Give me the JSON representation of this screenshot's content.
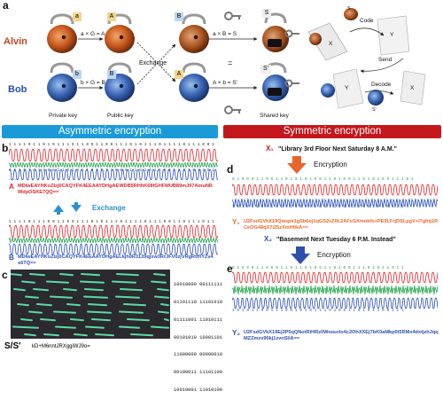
{
  "panel_a": {
    "letter": "a",
    "alvin": "Alvin",
    "bob": "Bob",
    "tags": {
      "a": "a",
      "A": "A",
      "B": "B",
      "S": "S",
      "b": "b",
      "Bcap": "B",
      "A2": "A",
      "S2": "S'"
    },
    "ops": {
      "alvin_step1": "a × G = A",
      "bob_step1": "b × G = B",
      "exchange": "Exchange",
      "alvin_step2": "a × B = S",
      "equals": "=",
      "bob_step2": "A × b = S'"
    },
    "captions": {
      "private": "Private key",
      "public": "Public key",
      "shared": "Shared key"
    },
    "flow": {
      "s_top": "S",
      "x": "X",
      "code": "Code",
      "y1": "Y",
      "send": "Send",
      "y2": "Y",
      "decode": "Decode",
      "x2": "X",
      "s_bottom": "S'"
    }
  },
  "banners": {
    "left": "Asymmetric encryption",
    "right": "Symmetric encryption"
  },
  "panel_b": {
    "letter": "b",
    "bits_top": "1 1 1 1 0 1 1 0  1 0 1 1 1 0 1 1 0 0 1 1 0 0 1 1  1 0 1 0 1 1 1 0  1 1 1 1 0 1 1 1 0 0 1 1 0 0 1 1 0 1 1 1 0 1",
    "bits_mid": "0 1 1 0 1 0 1 1 0 0 1 1 0 1 0 1 1 0 1 0 1 1 0 0 0 1 1 0 1 0 1 1 0 0 1 1 0 1 0 1 1 0 1 0 1 1",
    "ellipsis": "......",
    "label_a": "A",
    "cipher_a": "MDIwEAYHKoZIzj0CAQYFK4EEAAYDHgAEWDB5RHhK68fGHFMUB89mJ97AmuNRWdpOSKE7QQ==",
    "exchange": "Exchange",
    "bits_lower": "1 1 1 1 0 1 1 1 0 0 1 1 0 0 1 1 1 0 1 0 1 1 1 0 1 1 1 1 0 1 1 1 0 0 1 1 0 1 1 1 0 1 1 0 1 1",
    "label_b": "B",
    "cipher_b": "MDIwEAYHKoZIzj0CAQYFK4EEAAYDHgAELkjh0R3139qjxw3RrJFV0zjVRgRtfflYZv4s6TQ=="
  },
  "panel_c": {
    "letter": "c",
    "rows": [
      "10010000 00111111",
      "01101110 11101010",
      "01111001 11010111",
      "00101010 10001101",
      "11000000 00000010",
      "00100011 11101100",
      "10010001 11010100"
    ],
    "label": "S/S'",
    "key": "kD+M6nntJRXggiWJ9o="
  },
  "panel_d": {
    "letter": "d",
    "x1_label": "X₁",
    "x1_text": "\"Library 3rd Floor Next Saturday 8 A.M.\"",
    "encryption": "Encryption",
    "bits_1": "0 1 0 0 0 1 1 0 0 1 1 0 1 0 1 0 1 0 0 1 1 0 1 0 0 1 1 0 1 0 1 0 0 1 1 1 0 1",
    "bits_2": "1 0 1 0 1 1 0 0 1 1 1 0 1 0 1 0 0 1 0 1 1 1 0 1 0 1 0 0 1 1 0 1 0 1 1 0",
    "y1_label": "Y₁",
    "y1_text": "U2FsdGVkX19Qwspk1gSb6oj1qGS2vZ0L2AFxGXmnkfo+PE9LFrjDSLpgV+l7ghtj1RCeOG48qX7i25zXmHItkA=="
  },
  "panel_e": {
    "letter": "e",
    "x2_label": "X₂",
    "x2_text": "\"Basement Next Tuesday 6 P.M. Instead\"",
    "encryption": "Encryption",
    "bits_1": "0 1 0 0 0 1 1 0 0 0 1 1 0 1 1 0 1 0 0 1 1 0 1 0 0 1 1 1 0 1 0 1 1 0 1 1",
    "bits_2": "1 0 1 0 1 1 0 0 1 1 1 0 0 1 0 1 0 1 1 1 0 1 0 0 1 1 0 1 0 1 1 0 0 1 1 1",
    "y2_label": "Y₂",
    "y2_text": "U2FsdGVkX19Ej3P5qQNotRiHRz0Woourlo4c2OhXXEj7bK0aMkp0t5RMx4dxtjzhJqqMZZmzv90kj1zvnSliA=="
  },
  "colors": {
    "alvin": "#c8431a",
    "bob": "#2a4fa6",
    "banner_left": "#1a9bd7",
    "banner_right": "#c4171c",
    "wave_red": "#e0242a",
    "wave_green": "#22a04a",
    "wave_blue": "#2b4fb8",
    "arrow_orange": "#e8662b",
    "arrow_blue": "#2d4fae",
    "exchange_blue": "#2a8fd0",
    "heat_bg": "#2b2a2e",
    "heat_streak": "#5bd9a6"
  }
}
